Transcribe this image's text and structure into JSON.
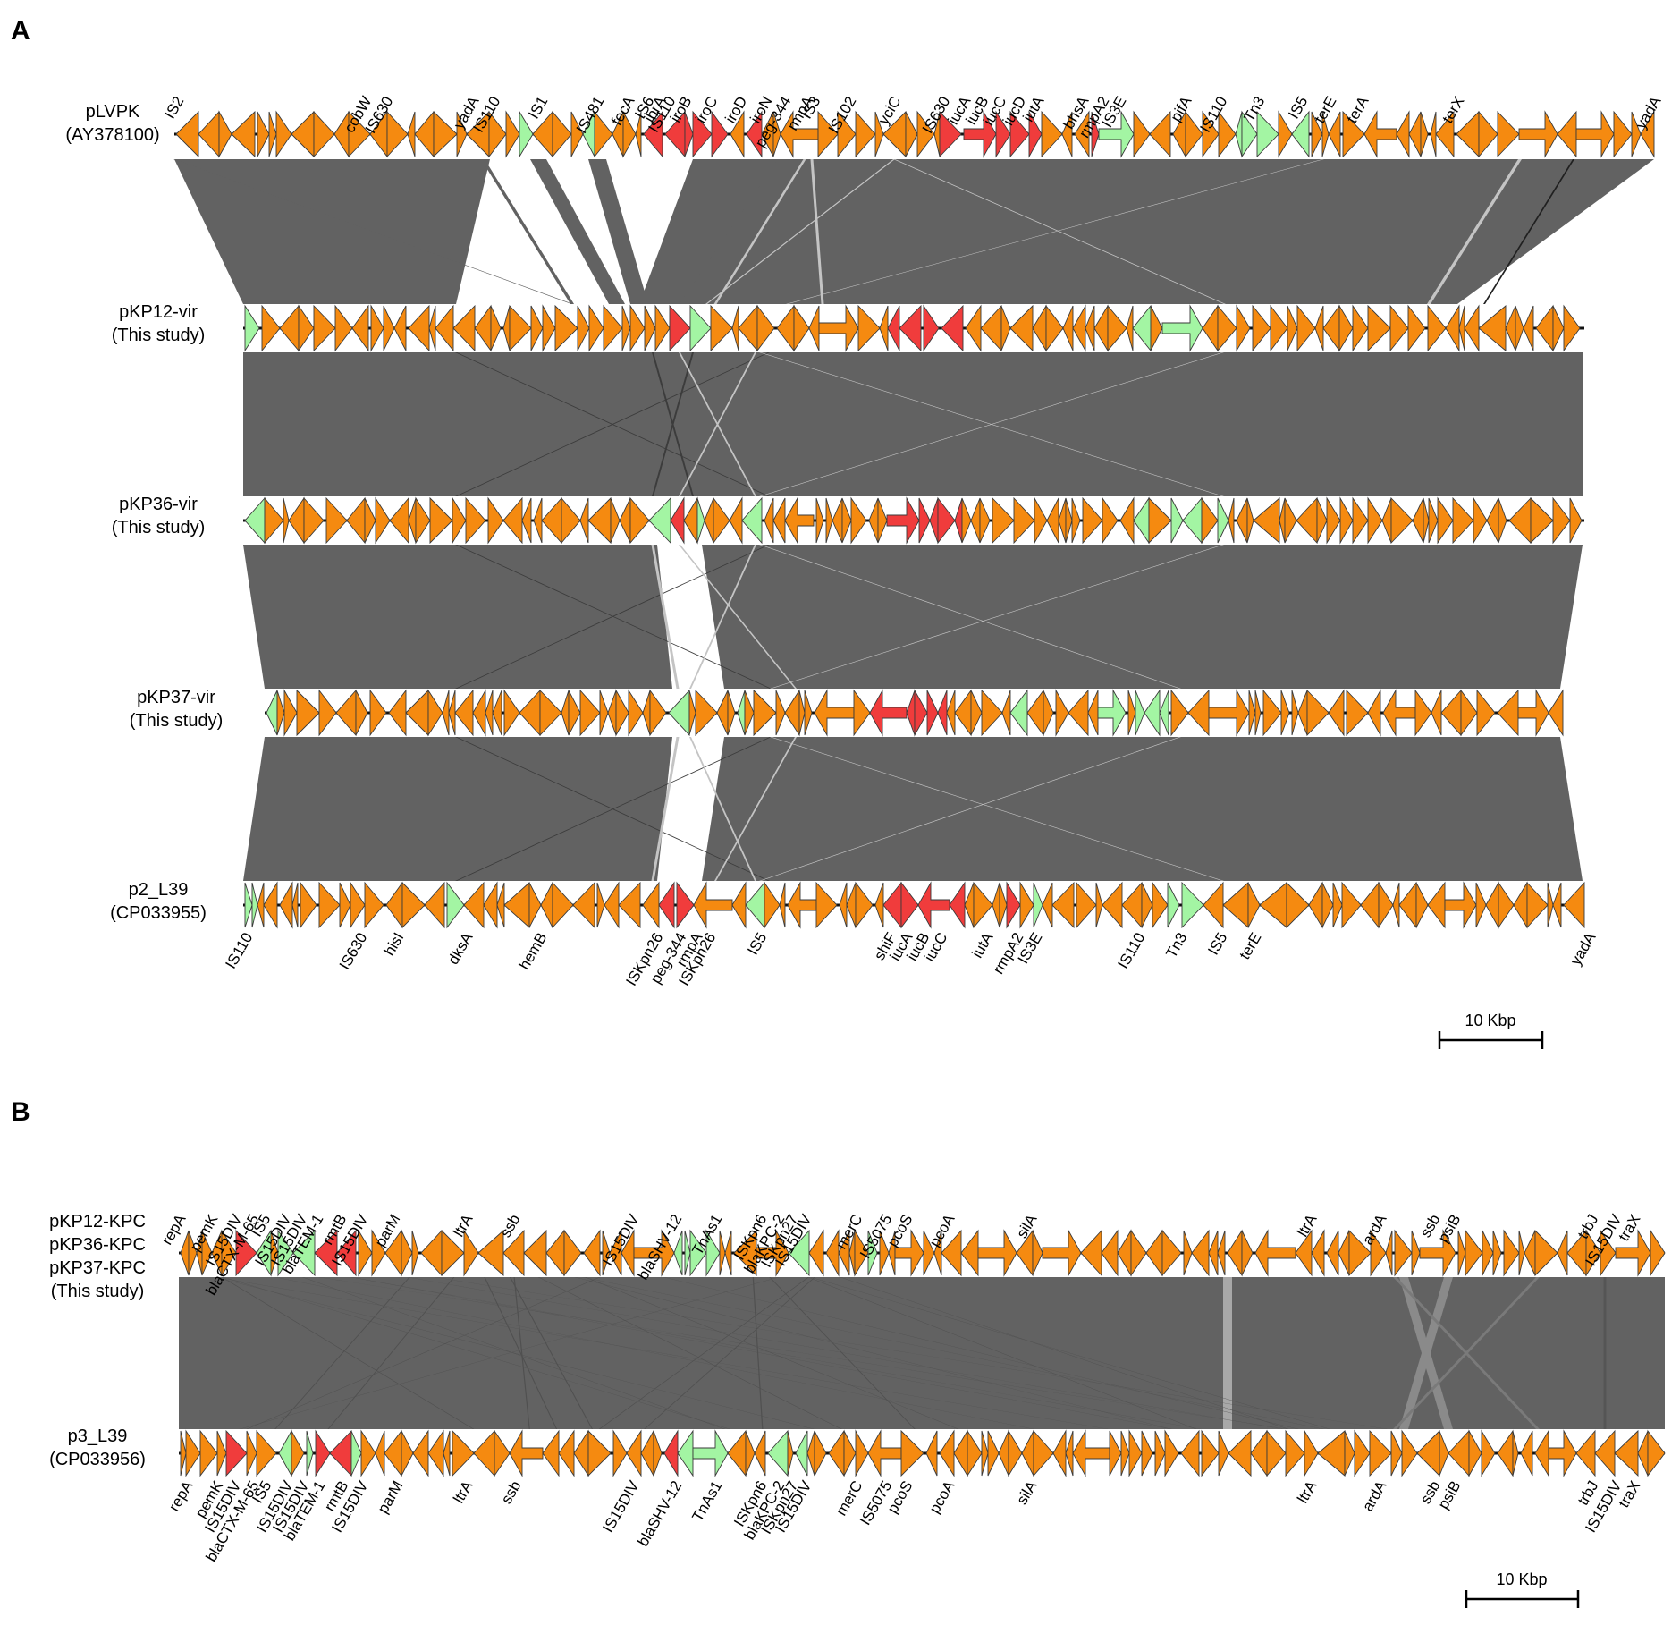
{
  "colors": {
    "block": "#626262",
    "cross": "#c4c4c4",
    "orange": "#f58a10",
    "green": "#a3f5a3",
    "red": "#f03c3c",
    "backbone": "#111111",
    "outline": "#3a3a3a"
  },
  "panelA": {
    "letter": "A",
    "scale_label": "10 Kbp",
    "plasmids": [
      {
        "name": "pLVPK",
        "sub": "(AY378100)"
      },
      {
        "name": "pKP12-vir",
        "sub": "(This study)"
      },
      {
        "name": "pKP36-vir",
        "sub": "(This study)"
      },
      {
        "name": "pKP37-vir",
        "sub": "(This study)"
      },
      {
        "name": "p2_L39",
        "sub": "(CP033955)"
      }
    ],
    "top_labels": [
      "IS2",
      "cobW",
      "IS630",
      "yadA",
      "IS110",
      "IS1",
      "IS481",
      "fecA",
      "IS6",
      "ibrA",
      "IS110",
      "iroB",
      "iroC",
      "iroD",
      "iroN",
      "peg-344",
      "rmpA",
      "IS3",
      "IS102",
      "yciC",
      "IS630",
      "iucA",
      "iucB",
      "iucC",
      "iucD",
      "iutA",
      "bhsA",
      "rmpA2",
      "IS3E",
      "pifA",
      "IS110",
      "Tn3",
      "IS5",
      "terE",
      "terA",
      "terX",
      "yadA"
    ],
    "bottom_labels": [
      "IS110",
      "IS630",
      "hisI",
      "dksA",
      "hemB",
      "ISKpn26",
      "peg-344",
      "rmpA",
      "ISKpn26",
      "IS5",
      "shiF",
      "iucA",
      "iucB",
      "iucC",
      "iutA",
      "rmpA2",
      "IS3E",
      "IS110",
      "Tn3",
      "IS5",
      "terE",
      "yadA"
    ]
  },
  "panelB": {
    "letter": "B",
    "scale_label": "10 Kbp",
    "plasmids": [
      {
        "lines": [
          "pKP12-KPC",
          "pKP36-KPC",
          "pKP37-KPC",
          "(This study)"
        ]
      },
      {
        "lines": [
          "p3_L39",
          "(CP033956)"
        ]
      }
    ],
    "top_labels": [
      "repA",
      "pemK",
      "IS15DIV",
      "blaCTX-M-65",
      "IS5",
      "IS15DIV",
      "IS15DIV",
      "blaTEM-1",
      "rmtB",
      "IS15DIV",
      "parM",
      "ltrA",
      "ssb",
      "IS15DIV",
      "blaSHV-12",
      "TnAs1",
      "ISKpn6",
      "blaKPC-2",
      "ISKpn27",
      "IS15DIV",
      "merC",
      "IS5075",
      "pcoS",
      "pcoA",
      "silA",
      "ltrA",
      "ardA",
      "ssb",
      "psiB",
      "trbJ",
      "IS15DIV",
      "traX"
    ],
    "bottom_labels": [
      "repA",
      "pemK",
      "IS15DIV",
      "blaCTX-M-65",
      "IS5",
      "IS15DIV",
      "IS15DIV",
      "blaTEM-1",
      "rmtB",
      "IS15DIV",
      "parM",
      "ltrA",
      "ssb",
      "IS15DIV",
      "blaSHV-12",
      "TnAs1",
      "ISKpn6",
      "blaKPC-2",
      "ISKpn27",
      "IS15DIV",
      "merC",
      "IS5075",
      "pcoS",
      "pcoA",
      "silA",
      "ltrA",
      "ardA",
      "ssb",
      "psiB",
      "trbJ",
      "IS15DIV",
      "traX"
    ]
  }
}
